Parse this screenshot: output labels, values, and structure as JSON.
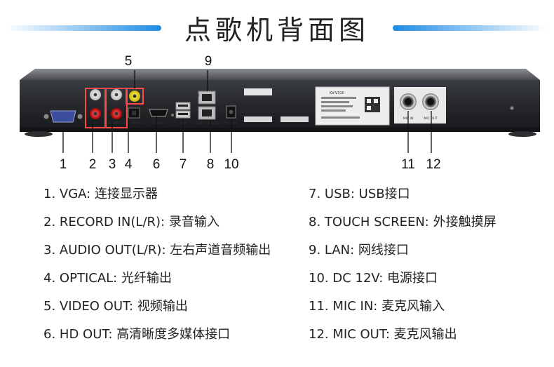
{
  "title": "点歌机背面图",
  "device": {
    "model": "KV-V310",
    "port_labels": {
      "vga": "VGA",
      "record_in": "RECORD IN",
      "audio_out": "AUDIO OUT",
      "optical": "OPTICAL",
      "hd_out": "HD OUT",
      "usb": "USB",
      "lan": "LAN",
      "touch_screen": "TOUCH SCREEN",
      "dc": "DC 12V",
      "mic_in": "MIC IN",
      "mic_out": "MIC OUT"
    }
  },
  "callouts": [
    "1",
    "2",
    "3",
    "4",
    "5",
    "6",
    "7",
    "8",
    "9",
    "10",
    "11",
    "12"
  ],
  "legend": [
    {
      "num": "1.",
      "text": "VGA: 连接显示器"
    },
    {
      "num": "2.",
      "text": "RECORD IN(L/R): 录音输入"
    },
    {
      "num": "3.",
      "text": "AUDIO OUT(L/R): 左右声道音频输出"
    },
    {
      "num": "4.",
      "text": "OPTICAL: 光纤输出"
    },
    {
      "num": "5.",
      "text": "VIDEO OUT: 视频输出"
    },
    {
      "num": "6.",
      "text": "HD OUT: 高清晰度多媒体接口"
    },
    {
      "num": "7.",
      "text": "USB: USB接口"
    },
    {
      "num": "8.",
      "text": "TOUCH SCREEN: 外接触摸屏"
    },
    {
      "num": "9.",
      "text": "LAN: 网线接口"
    },
    {
      "num": "10.",
      "text": "DC 12V: 电源接口"
    },
    {
      "num": "11.",
      "text": "MIC IN: 麦克风输入"
    },
    {
      "num": "12.",
      "text": "MIC OUT: 麦克风输出"
    }
  ]
}
